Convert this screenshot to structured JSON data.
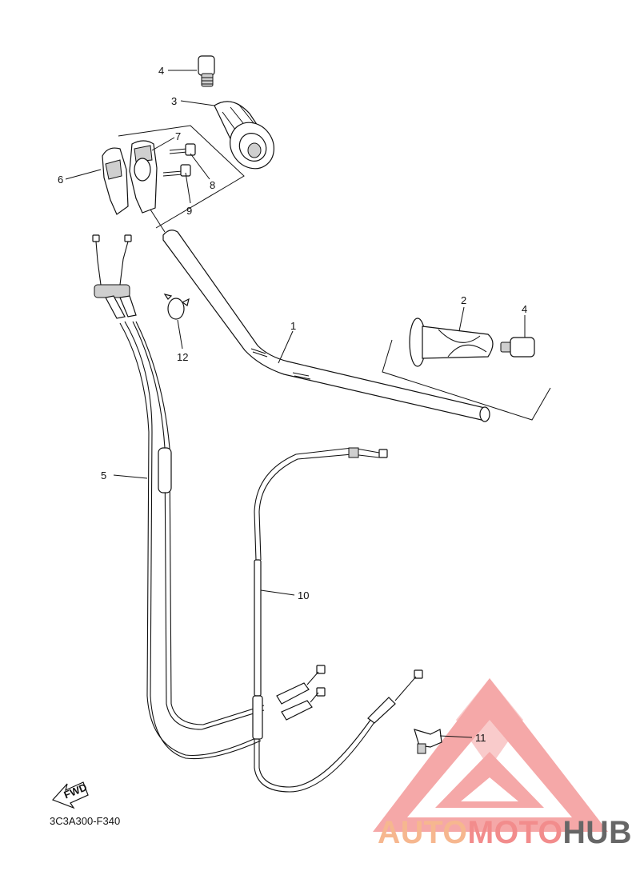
{
  "diagram": {
    "callouts": [
      {
        "id": "c4a",
        "label": "4"
      },
      {
        "id": "c3",
        "label": "3"
      },
      {
        "id": "c7",
        "label": "7"
      },
      {
        "id": "c6",
        "label": "6"
      },
      {
        "id": "c8",
        "label": "8"
      },
      {
        "id": "c9",
        "label": "9"
      },
      {
        "id": "c1",
        "label": "1"
      },
      {
        "id": "c2",
        "label": "2"
      },
      {
        "id": "c4b",
        "label": "4"
      },
      {
        "id": "c12",
        "label": "12"
      },
      {
        "id": "c5",
        "label": "5"
      },
      {
        "id": "c10",
        "label": "10"
      },
      {
        "id": "c11",
        "label": "11"
      }
    ],
    "fwd_label": "FWD",
    "diagram_code": "3C3A300-F340"
  },
  "watermark": {
    "part1": "AUTO",
    "part2": "MOTO",
    "part3": "HUB",
    "colors": {
      "accent_light": "#f6a37a",
      "accent_red": "#f07c7c",
      "dark_gray": "#555555"
    }
  }
}
